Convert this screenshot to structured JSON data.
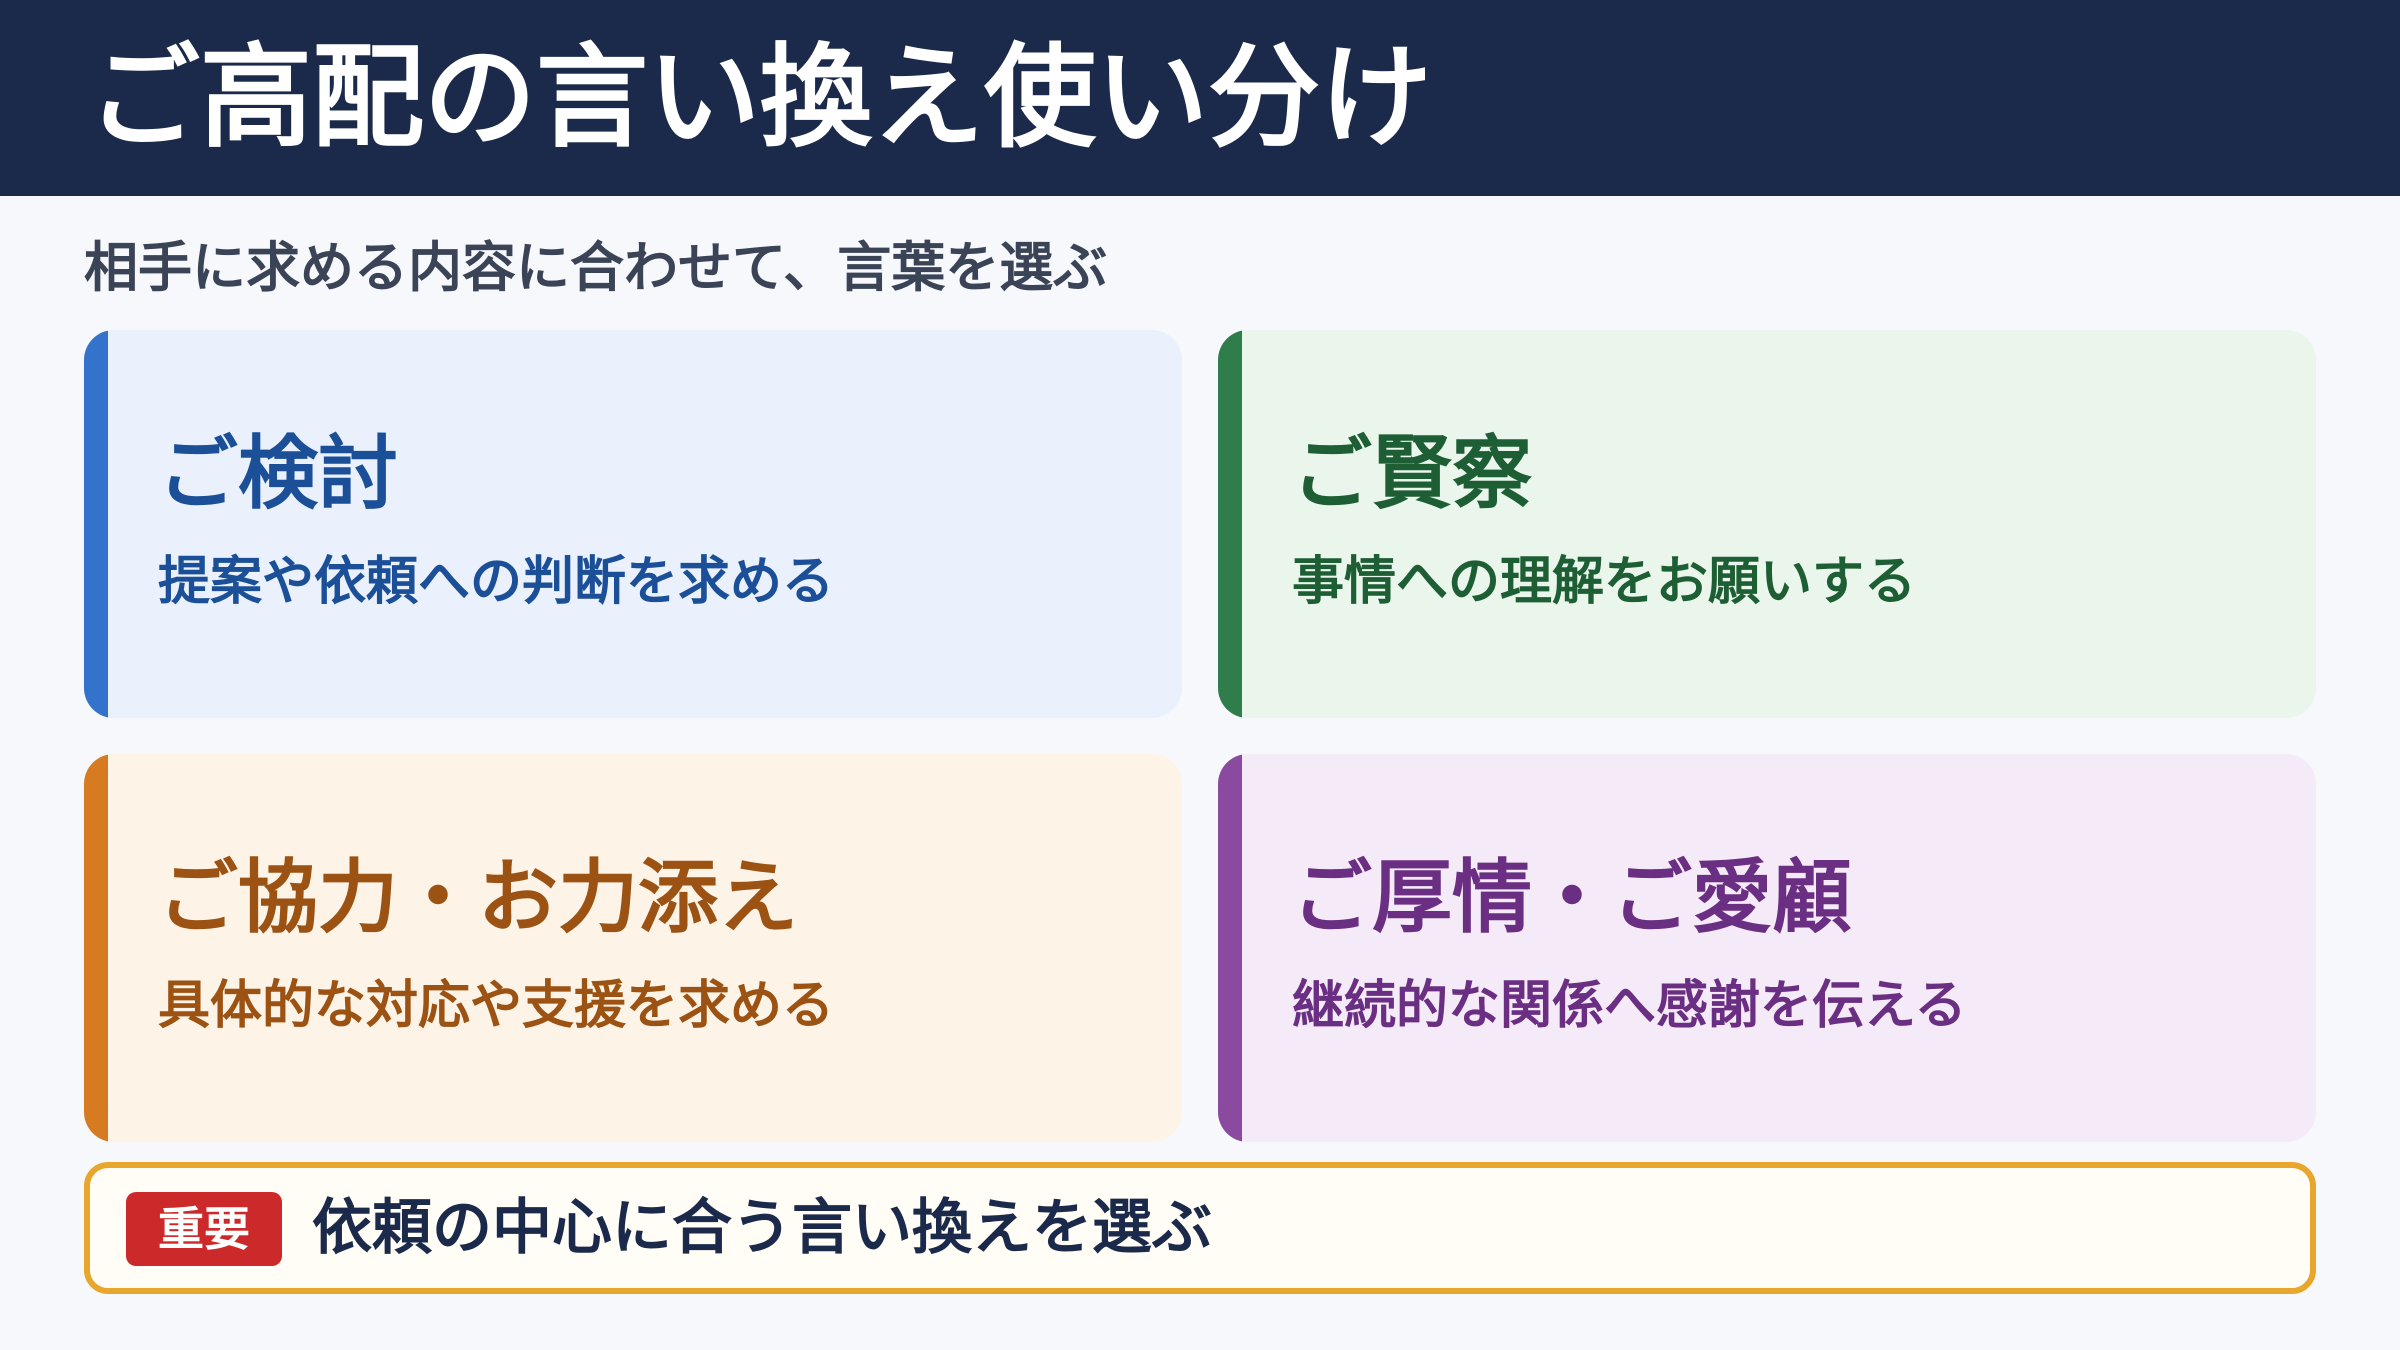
{
  "header": {
    "title": "ご高配の言い換え使い分け"
  },
  "subtitle": "相手に求める内容に合わせて、言葉を選ぶ",
  "cards": [
    {
      "title": "ご検討",
      "description": "提案や依頼への判断を求める",
      "accent_color": "#3373cc"
    },
    {
      "title": "ご賢察",
      "description": "事情への理解をお願いする",
      "accent_color": "#2f7d4a"
    },
    {
      "title": "ご協力・お力添え",
      "description": "具体的な対応や支援を求める",
      "accent_color": "#d67b22"
    },
    {
      "title": "ご厚情・ご愛顧",
      "description": "継続的な関係へ感謝を伝える",
      "accent_color": "#8a4aa0"
    }
  ],
  "callout": {
    "badge": "重要",
    "text": "依頼の中心に合う言い換えを選ぶ",
    "border_color": "#e9a62c",
    "badge_color": "#cc2a2a"
  }
}
